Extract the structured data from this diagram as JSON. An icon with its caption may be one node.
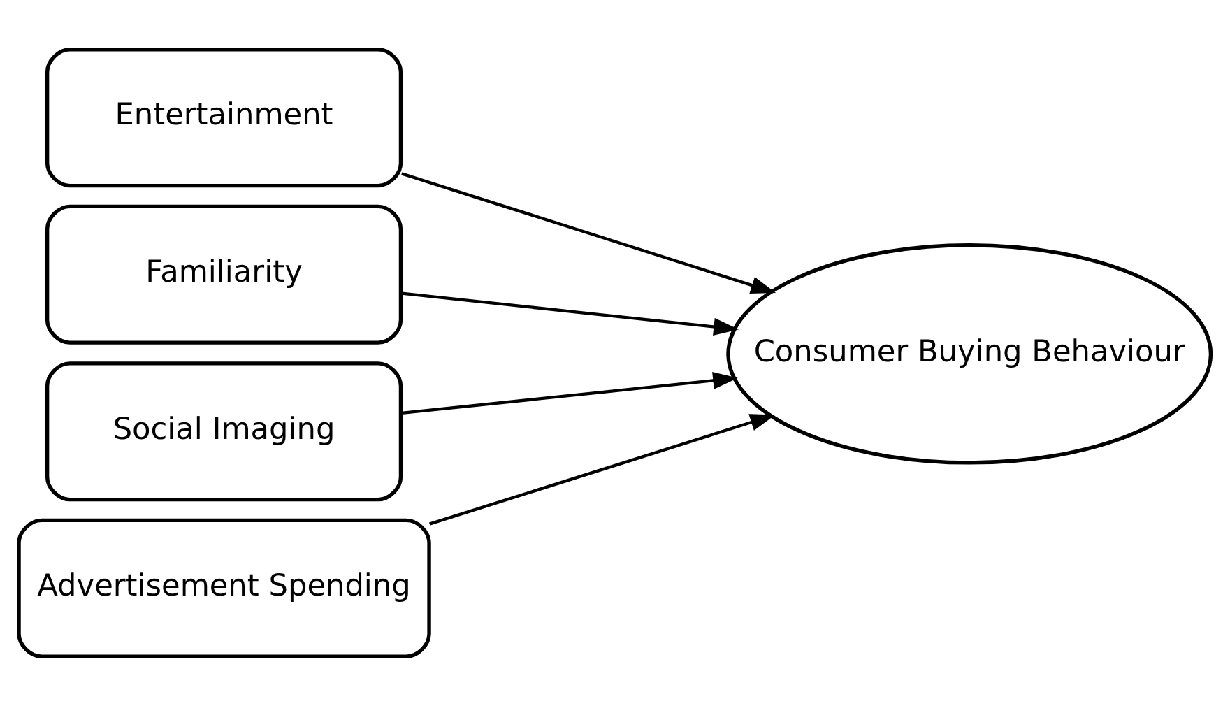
{
  "diagram": {
    "nodes": [
      {
        "text": [
          "Entertainment"
        ]
      },
      {
        "text": [
          "Familiarity"
        ]
      },
      {
        "text": [
          "Social Imaging"
        ]
      },
      {
        "text": [
          "Advertisement Spending"
        ]
      },
      {
        "text": [
          "Consumer Buying Behaviour"
        ]
      }
    ],
    "edges": [
      {
        "from": 0,
        "to": 4,
        "arrow": "to"
      },
      {
        "from": 1,
        "to": 4,
        "arrow": "to"
      },
      {
        "from": 2,
        "to": 4,
        "arrow": "to"
      },
      {
        "from": 3,
        "to": 4,
        "arrow": "to"
      }
    ]
  }
}
